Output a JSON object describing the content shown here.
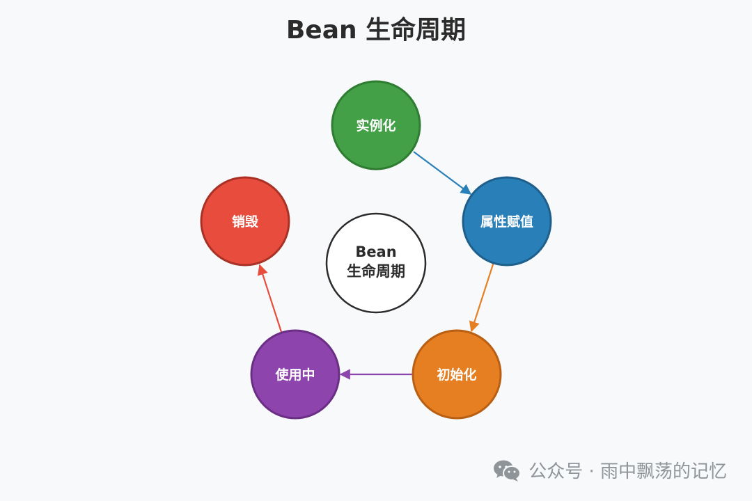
{
  "title": "Bean 生命周期",
  "center": {
    "line1": "Bean",
    "line2": "生命周期"
  },
  "stages": [
    {
      "label": "实例化",
      "color": "#43a047",
      "border": "#2e7d32"
    },
    {
      "label": "属性赋值",
      "color": "#2980b9",
      "border": "#1f5f8b"
    },
    {
      "label": "初始化",
      "color": "#e67e22",
      "border": "#b85f14"
    },
    {
      "label": "使用中",
      "color": "#8e44ad",
      "border": "#6a2f85"
    },
    {
      "label": "销毁",
      "color": "#e74c3c",
      "border": "#a93226"
    }
  ],
  "arrows": [
    {
      "from": "实例化",
      "to": "属性赋值",
      "color": "#2980b9"
    },
    {
      "from": "属性赋值",
      "to": "初始化",
      "color": "#e67e22"
    },
    {
      "from": "初始化",
      "to": "使用中",
      "color": "#8e44ad"
    },
    {
      "from": "使用中",
      "to": "销毁",
      "color": "#e74c3c"
    }
  ],
  "watermark": {
    "icon": "wechat-icon",
    "text": "公众号 · 雨中飘荡的记忆"
  }
}
